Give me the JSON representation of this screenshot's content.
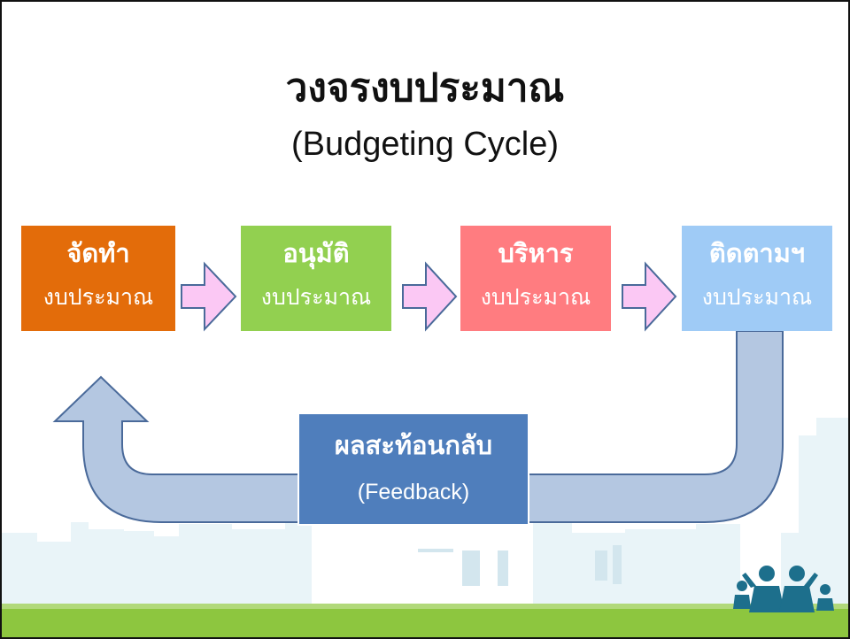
{
  "title": "วงจรงบประมาณ",
  "subtitle": "(Budgeting Cycle)",
  "steps": [
    {
      "label": "จัดทำ",
      "sub": "งบประมาณ",
      "color": "#e36c0a"
    },
    {
      "label": "อนุมัติ",
      "sub": "งบประมาณ",
      "color": "#92d050"
    },
    {
      "label": "บริหาร",
      "sub": "งบประมาณ",
      "color": "#ff7c80"
    },
    {
      "label": "ติดตามฯ",
      "sub": "งบประมาณ",
      "color": "#9fcbf6"
    }
  ],
  "feedback": {
    "label": "ผลสะท้อนกลับ",
    "sub": "(Feedback)",
    "color": "#4f7ebc"
  },
  "colors": {
    "arrow_fill": "#fbc8f4",
    "arrow_stroke": "#4a6a9a",
    "return_arrow_fill": "#b4c7e1",
    "ground": "#8dc63f",
    "skyline": "#e9f4f8",
    "people_icon": "#1d6f8c"
  },
  "icons": {
    "people": "family-people-icon"
  }
}
